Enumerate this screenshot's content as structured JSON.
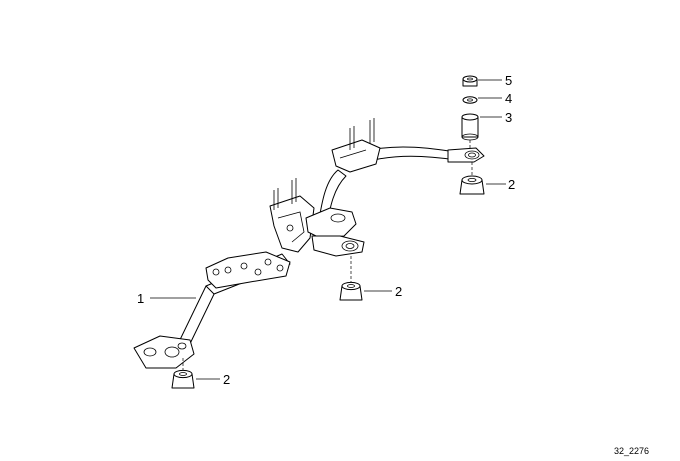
{
  "diagram": {
    "callouts": {
      "strut_brace": "1",
      "mount_front_left": "2",
      "mount_center": "2",
      "mount_rear_top": "2",
      "mount_right": "2",
      "bushing": "3",
      "washer": "4",
      "nut": "5"
    },
    "reference_code": "32_2276"
  }
}
